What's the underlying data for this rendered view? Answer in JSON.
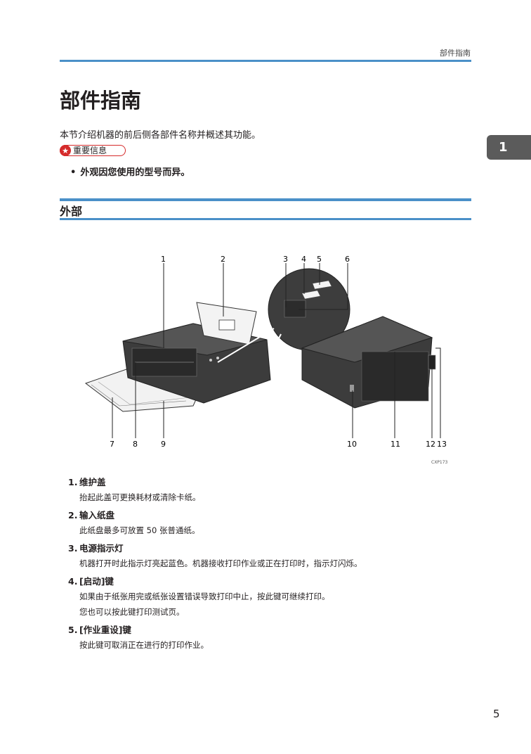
{
  "header": {
    "running_title": "部件指南"
  },
  "chapter_tab": "1",
  "title": "部件指南",
  "intro": "本节介绍机器的前后侧各部件名称并概述其功能。",
  "important": {
    "icon": "star-icon",
    "label": "重要信息"
  },
  "note": "外观因您使用的型号而异。",
  "section_title": "外部",
  "illustration": {
    "callouts": [
      "1",
      "2",
      "3",
      "4",
      "5",
      "6",
      "7",
      "8",
      "9",
      "10",
      "11",
      "12",
      "13"
    ],
    "figure_code": "CXP173"
  },
  "parts": [
    {
      "num": "1.",
      "name": "维护盖",
      "desc": [
        "抬起此盖可更换耗材或清除卡纸。"
      ]
    },
    {
      "num": "2.",
      "name": "输入纸盘",
      "desc": [
        "此纸盘最多可放置 50 张普通纸。"
      ]
    },
    {
      "num": "3.",
      "name": "电源指示灯",
      "desc": [
        "机器打开时此指示灯亮起蓝色。机器接收打印作业或正在打印时，指示灯闪烁。"
      ]
    },
    {
      "num": "4.",
      "name": "[启动]键",
      "desc": [
        "如果由于纸张用完或纸张设置错误导致打印中止，按此键可继续打印。",
        "您也可以按此键打印测试页。"
      ]
    },
    {
      "num": "5.",
      "name": "[作业重设]键",
      "desc": [
        "按此键可取消正在进行的打印作业。"
      ]
    }
  ],
  "page_number": "5"
}
